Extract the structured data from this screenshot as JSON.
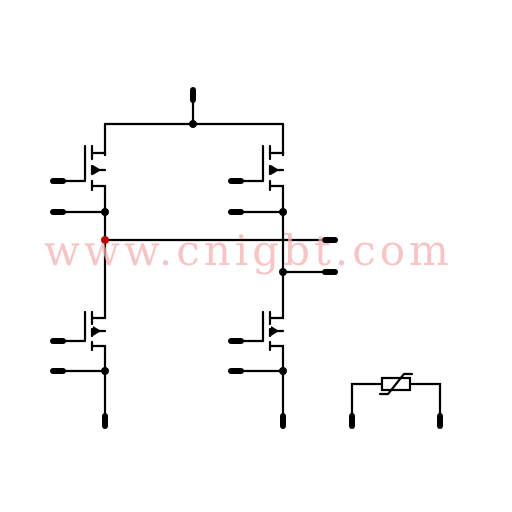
{
  "watermark": {
    "text": "www.cnigbt.com"
  },
  "colors": {
    "wire": "#000000",
    "junction_highlight": "#c00000",
    "watermark": "#f4b4b4"
  },
  "diagram": {
    "components": [
      {
        "id": "q1",
        "kind": "mosfet",
        "position": "top-left"
      },
      {
        "id": "q2",
        "kind": "mosfet",
        "position": "top-right"
      },
      {
        "id": "q3",
        "kind": "mosfet",
        "position": "bottom-left"
      },
      {
        "id": "q4",
        "kind": "mosfet",
        "position": "bottom-right"
      },
      {
        "id": "r1",
        "kind": "variable-resistor",
        "position": "bottom-right"
      }
    ]
  }
}
